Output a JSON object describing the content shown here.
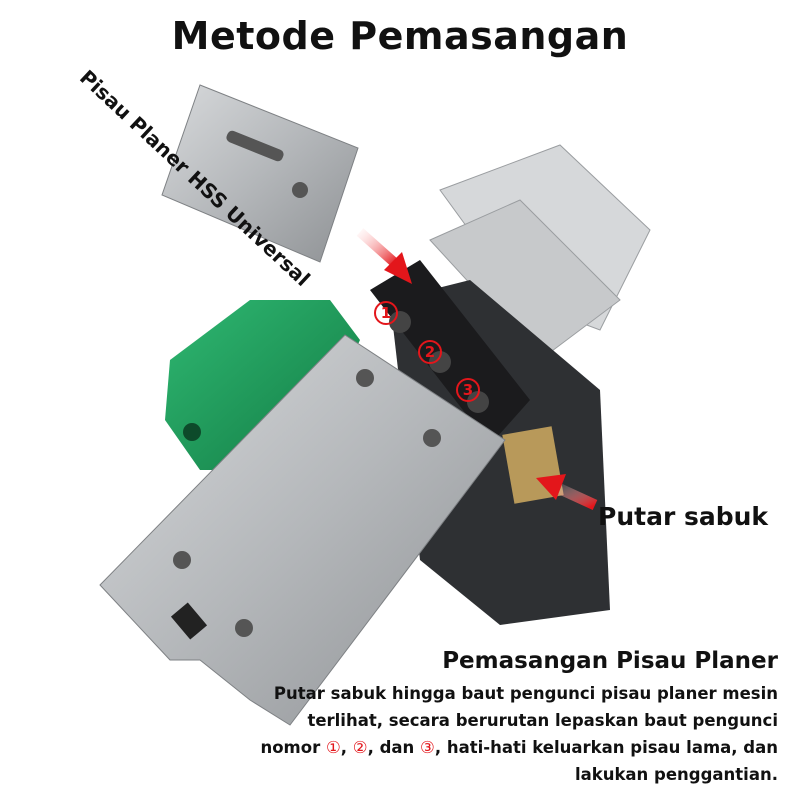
{
  "title": "Metode Pemasangan",
  "labels": {
    "blade": "Pisau Planer HSS Universal",
    "belt": "Putar sabuk"
  },
  "bolt_numbers": [
    "①",
    "②",
    "③"
  ],
  "instructions": {
    "heading": "Pemasangan Pisau Planer",
    "line1": "Putar sabuk hingga baut pengunci pisau planer mesin",
    "line2": "terlihat, secara berurutan lepaskan baut pengunci",
    "line3_a": "nomor ",
    "line3_n1": "①",
    "line3_b": ", ",
    "line3_n2": "②",
    "line3_c": ", dan ",
    "line3_n3": "③",
    "line3_d": ", hati-hati keluarkan pisau lama, dan",
    "line4": "lakukan penggantian."
  },
  "colors": {
    "accent_red": "#e3161b",
    "body_green": "#1f9a5a",
    "plate_silver": "#b9bcbf"
  }
}
